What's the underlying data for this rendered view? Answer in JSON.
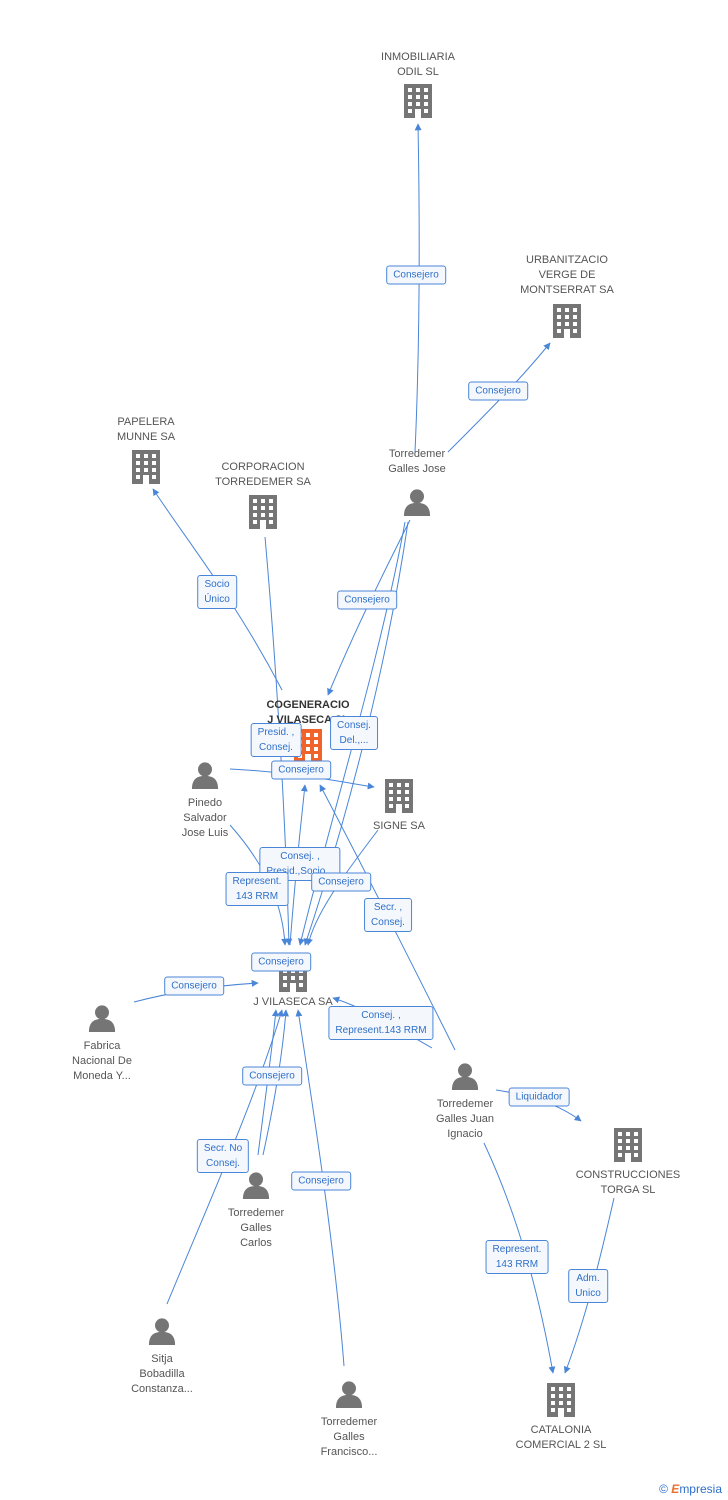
{
  "colors": {
    "edge": "#4a86d8",
    "icon": "#757575",
    "focus": "#f0642c"
  },
  "nodes": [
    {
      "id": "inmob",
      "type": "company",
      "lines": [
        "INMOBILIARIA",
        "ODIL SL"
      ]
    },
    {
      "id": "urban",
      "type": "company",
      "lines": [
        "URBANITZACIO",
        "VERGE DE",
        "MONTSERRAT SA"
      ]
    },
    {
      "id": "papel",
      "type": "company",
      "lines": [
        "PAPELERA",
        "MUNNE SA"
      ]
    },
    {
      "id": "corp",
      "type": "company",
      "lines": [
        "CORPORACION",
        "TORREDEMER SA"
      ]
    },
    {
      "id": "tgjose",
      "type": "person",
      "lines": [
        "Torredemer",
        "Galles Jose"
      ]
    },
    {
      "id": "cogen",
      "type": "company",
      "focus": true,
      "lines": [
        "COGENERACIO",
        "J VILASECA SL"
      ]
    },
    {
      "id": "pinedo",
      "type": "person",
      "lines": [
        "Pinedo",
        "Salvador",
        "Jose Luis"
      ]
    },
    {
      "id": "signe",
      "type": "company",
      "lines": [
        "SIGNE SA"
      ]
    },
    {
      "id": "jvil",
      "type": "company",
      "lines": [
        "J VILASECA SA"
      ]
    },
    {
      "id": "fabrica",
      "type": "person",
      "lines": [
        "Fabrica",
        "Nacional De",
        "Moneda Y..."
      ]
    },
    {
      "id": "tgjuan",
      "type": "person",
      "lines": [
        "Torredemer",
        "Galles Juan",
        "Ignacio"
      ]
    },
    {
      "id": "constr",
      "type": "company",
      "lines": [
        "CONSTRUCCIONES",
        "TORGA SL"
      ]
    },
    {
      "id": "tgcarlos",
      "type": "person",
      "lines": [
        "Torredemer",
        "Galles",
        "Carlos"
      ]
    },
    {
      "id": "sitja",
      "type": "person",
      "lines": [
        "Sitja",
        "Bobadilla",
        "Constanza..."
      ]
    },
    {
      "id": "tgfran",
      "type": "person",
      "lines": [
        "Torredemer",
        "Galles",
        "Francisco..."
      ]
    },
    {
      "id": "catal",
      "type": "company",
      "lines": [
        "CATALONIA",
        "COMERCIAL 2 SL"
      ]
    }
  ],
  "edge_labels": [
    {
      "id": "e1",
      "text": "Consejero"
    },
    {
      "id": "e2",
      "text": "Consejero"
    },
    {
      "id": "e3",
      "text": "Socio\nÚnico"
    },
    {
      "id": "e4",
      "text": "Consejero"
    },
    {
      "id": "e5",
      "text": "Presid. ,\nConsej."
    },
    {
      "id": "e6",
      "text": "Consej.\nDel.,..."
    },
    {
      "id": "e7",
      "text": "Consejero"
    },
    {
      "id": "e8",
      "text": "Consej. ,\nPresid.,Socio..."
    },
    {
      "id": "e9",
      "text": "Represent.\n143 RRM"
    },
    {
      "id": "e10",
      "text": "Consejero"
    },
    {
      "id": "e11",
      "text": "Secr. ,\nConsej."
    },
    {
      "id": "e12",
      "text": "Consejero"
    },
    {
      "id": "e13",
      "text": "Consejero"
    },
    {
      "id": "e14",
      "text": "Consej. ,\nRepresent.143 RRM"
    },
    {
      "id": "e15",
      "text": "Liquidador"
    },
    {
      "id": "e16",
      "text": "Consejero"
    },
    {
      "id": "e17",
      "text": "Secr.  No\nConsej."
    },
    {
      "id": "e18",
      "text": "Consejero"
    },
    {
      "id": "e19",
      "text": "Represent.\n143 RRM"
    },
    {
      "id": "e20",
      "text": "Adm.\nUnico"
    }
  ],
  "brand": {
    "symbol": "©",
    "initial": "E",
    "rest": "mpresia"
  }
}
